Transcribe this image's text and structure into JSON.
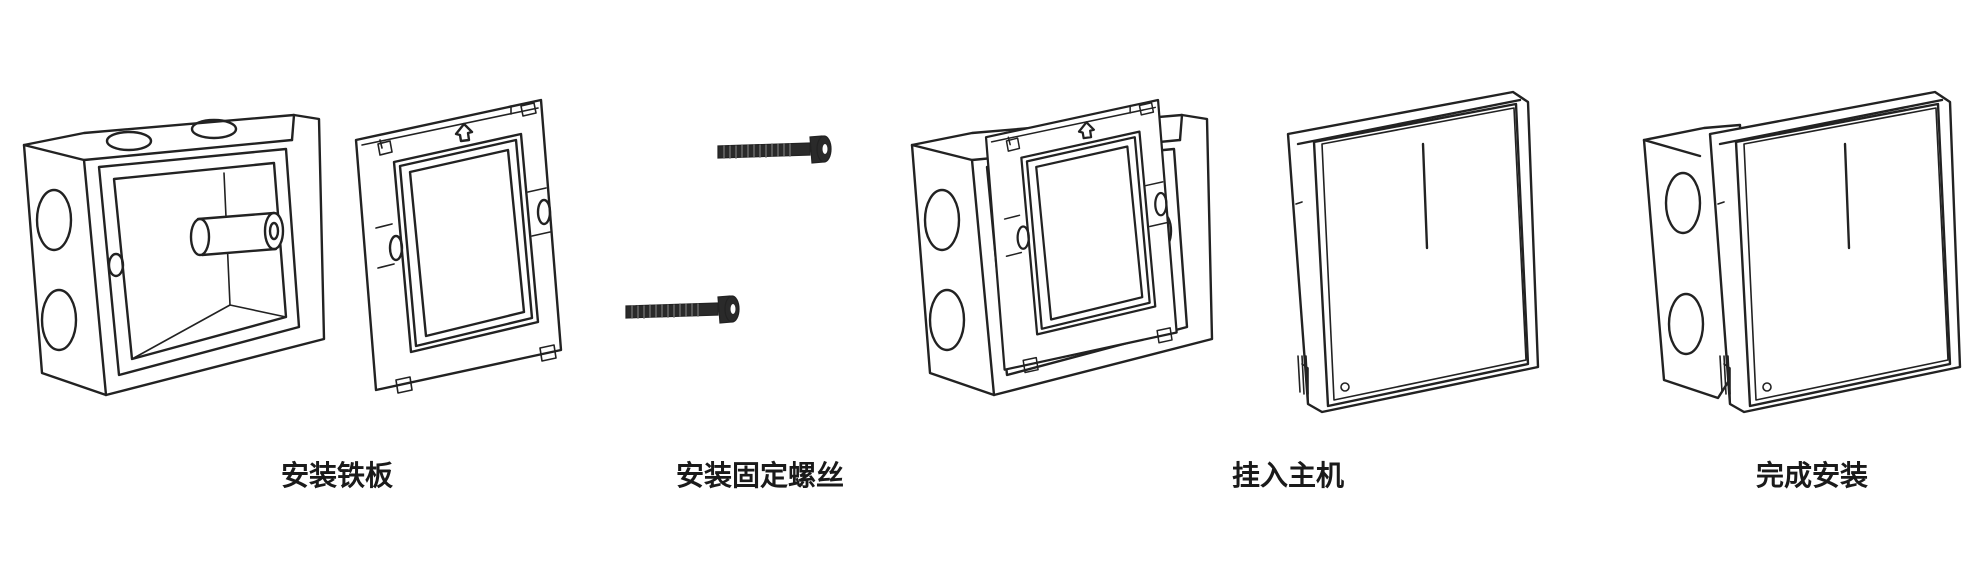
{
  "steps": [
    {
      "label": "安装铁板"
    },
    {
      "label": "安装固定螺丝"
    },
    {
      "label": "挂入主机"
    },
    {
      "label": "完成安装"
    }
  ],
  "colors": {
    "line": "#222222",
    "background": "#ffffff",
    "text": "#1a1a1a"
  }
}
